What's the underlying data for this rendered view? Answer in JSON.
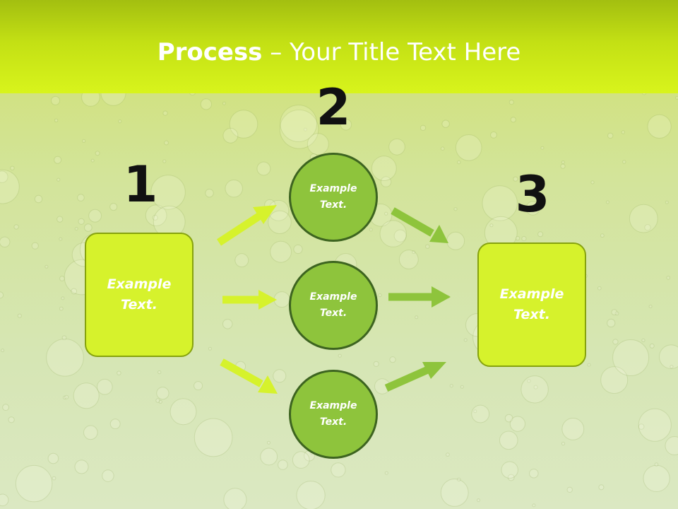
{
  "title": {
    "bold": "Process",
    "rest": " – Your Title Text Here"
  },
  "steps": {
    "one": {
      "number": "1",
      "text": "Example Text."
    },
    "two": {
      "number": "2",
      "nodes": [
        "Example Text.",
        "Example Text.",
        "Example Text."
      ]
    },
    "three": {
      "number": "3",
      "text": "Example Text."
    }
  },
  "colors": {
    "header": "#c3e014",
    "box_fill": "#d6f22c",
    "circle_fill": "#8ec43c",
    "circle_border": "#3d6420",
    "arrow_left": "#d6f22c",
    "arrow_right": "#8ec43c"
  }
}
